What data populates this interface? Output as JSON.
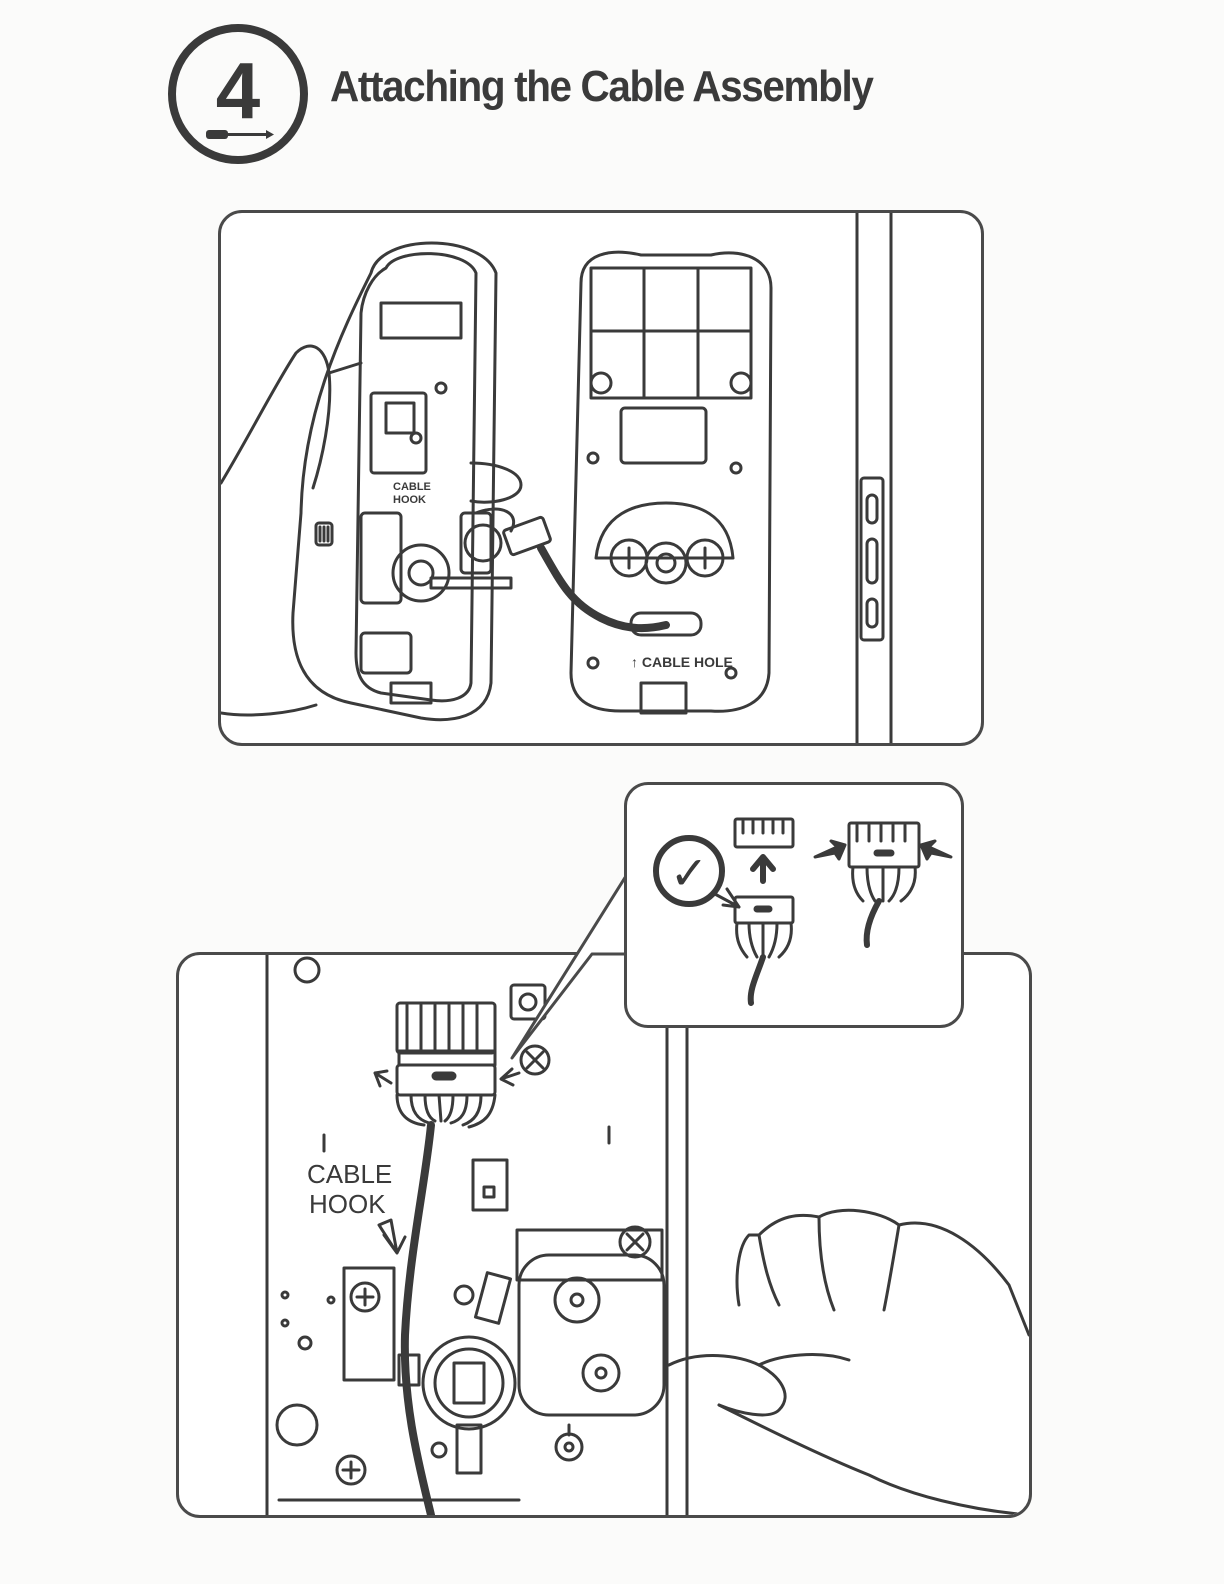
{
  "step": {
    "number": "4",
    "title": "Attaching the Cable Assembly",
    "tool_icon": "screwdriver-icon"
  },
  "top_illustration": {
    "cable_hook_label": [
      "CABLE",
      "HOOK"
    ],
    "cable_hole_label": "↑ CABLE HOLE"
  },
  "bottom_illustration": {
    "cable_hook_label": [
      "CABLE",
      "HOOK"
    ]
  },
  "inset": {
    "check_icon": "checkmark-icon",
    "check_mark": "✓"
  },
  "colors": {
    "line": "#3a3a3a",
    "panel_border": "#4a4a4a",
    "paper": "#fbfbfa"
  }
}
